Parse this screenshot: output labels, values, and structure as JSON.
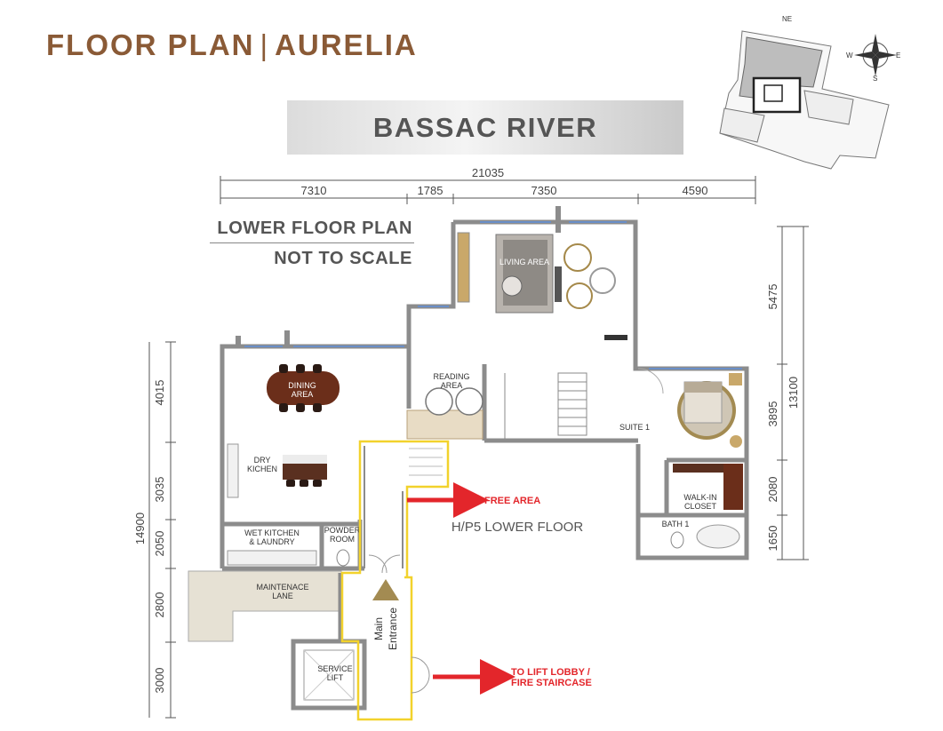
{
  "header": {
    "title_left": "FLOOR PLAN",
    "title_sep": "|",
    "title_right": "AURELIA",
    "river_banner": "BASSAC RIVER",
    "plan_label": "LOWER FLOOR PLAN",
    "scale_note": "NOT TO SCALE"
  },
  "compass": {
    "ne": "NE",
    "w": "W",
    "e": "E",
    "s": "S"
  },
  "dimensions": {
    "top_total": "21035",
    "top": [
      "7310",
      "1785",
      "7350",
      "4590"
    ],
    "left_total": "14900",
    "left": [
      "4015",
      "3035",
      "2050",
      "2800",
      "3000"
    ],
    "right_total": "13100",
    "right": [
      "5475",
      "3895",
      "2080",
      "1650"
    ]
  },
  "rooms": {
    "living": "LIVING AREA",
    "dining_1": "DINING",
    "dining_2": "AREA",
    "reading_1": "READING",
    "reading_2": "AREA",
    "dry_1": "DRY",
    "dry_2": "KICHEN",
    "wet_1": "WET KITCHEN",
    "wet_2": "& LAUNDRY",
    "powder_1": "POWDER",
    "powder_2": "ROOM",
    "maint_1": "MAINTENACE",
    "maint_2": "LANE",
    "service_1": "SERVICE",
    "service_2": "LIFT",
    "suite": "SUITE 1",
    "walkin_1": "WALK-IN",
    "walkin_2": "CLOSET",
    "bath": "BATH 1",
    "entrance_1": "Main",
    "entrance_2": "Entrance",
    "unit": "H/P5 LOWER FLOOR"
  },
  "callouts": {
    "free_area": "FREE AREA",
    "lift_1": "TO LIFT LOBBY /",
    "lift_2": "FIRE STAIRCASE"
  },
  "colors": {
    "title": "#8a5a36",
    "wall": "#8c8c8c",
    "highlight": "#f2d22c",
    "arrow": "#e3262b",
    "wood": "#c9a86a"
  }
}
